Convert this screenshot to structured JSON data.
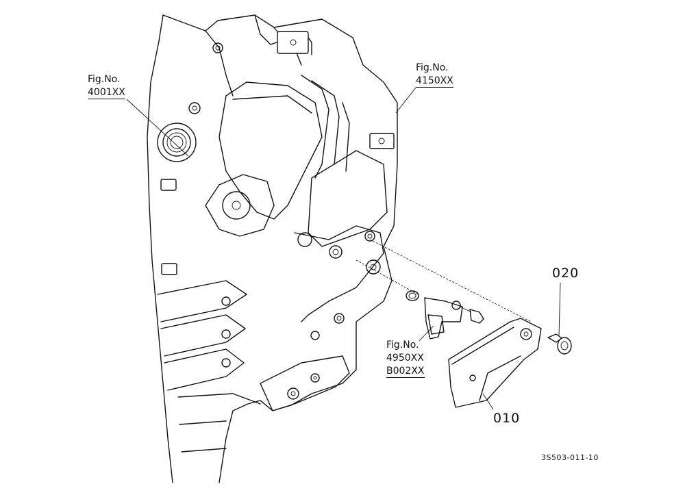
{
  "callouts": {
    "fig_4001": {
      "line1": "Fig.No.",
      "line2": "4001XX"
    },
    "fig_4150": {
      "line1": "Fig.No.",
      "line2": "4150XX"
    },
    "fig_4950": {
      "line1": "Fig.No.",
      "line2": "4950XX",
      "line3": "B002XX"
    }
  },
  "parts": {
    "part_010": "010",
    "part_020": "020"
  },
  "drawing_id": "3S503-011-10"
}
